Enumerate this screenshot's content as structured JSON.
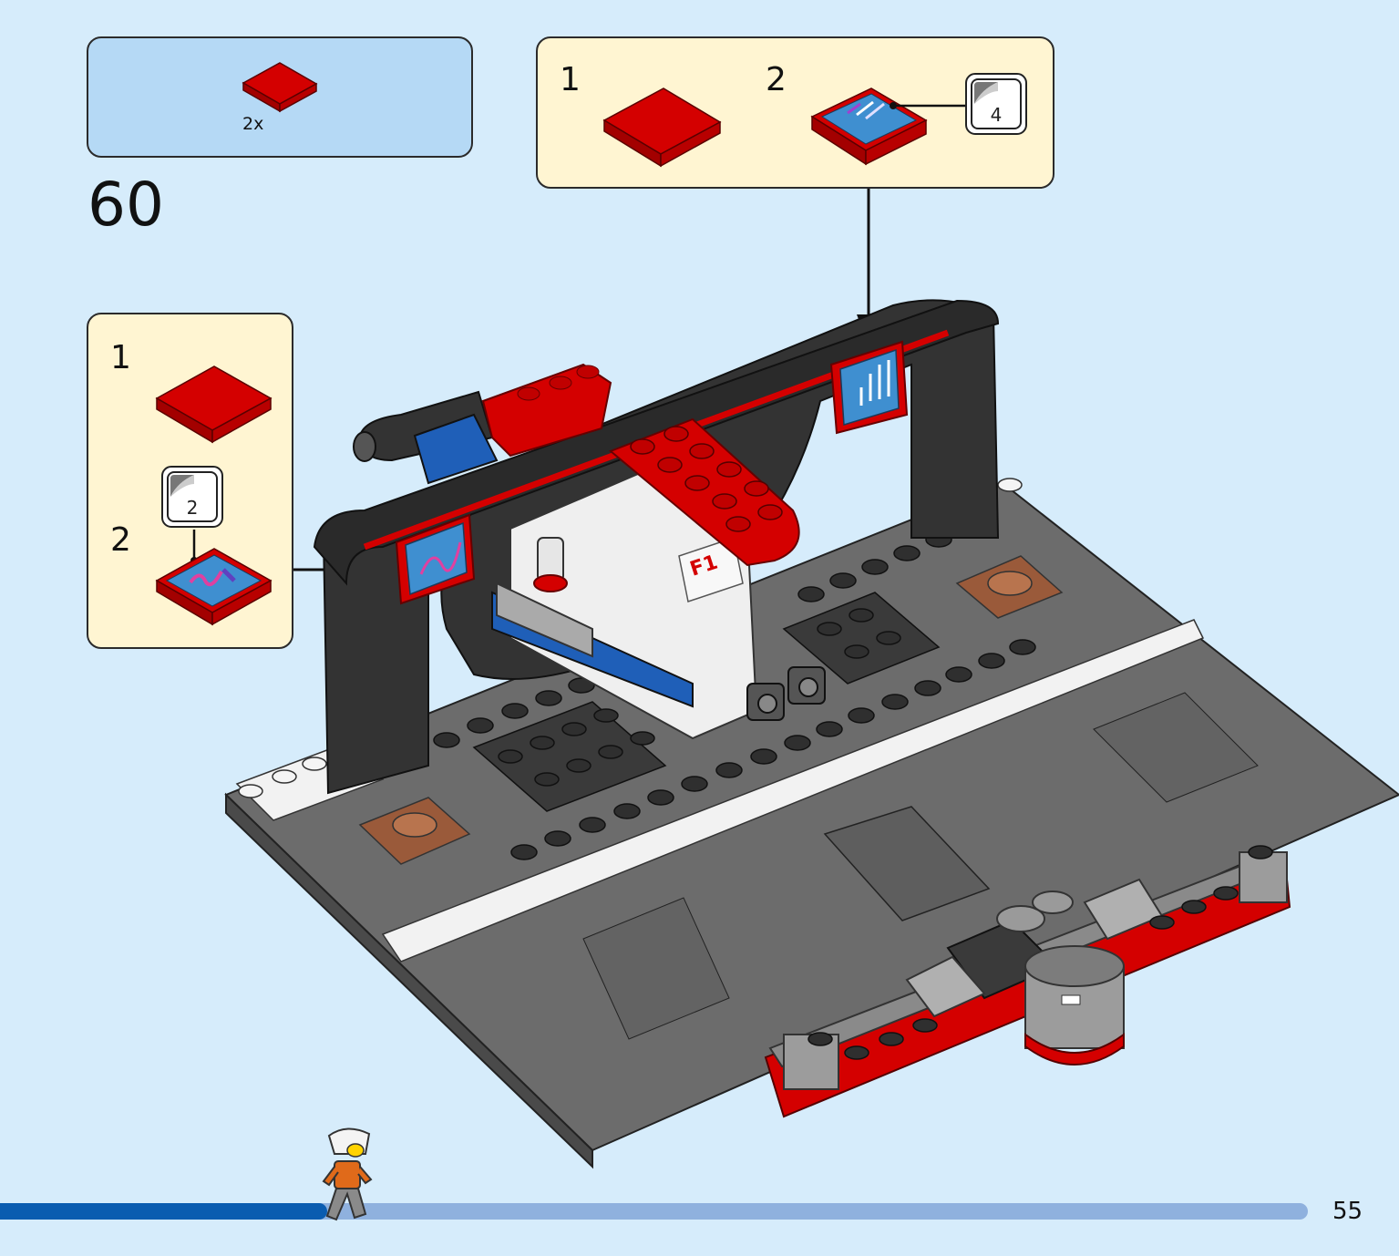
{
  "step": {
    "number": "60"
  },
  "parts_list": {
    "quantity": "2x",
    "part": "red-tile-2x2-icon"
  },
  "submodel_top": {
    "steps": [
      {
        "label": "1",
        "part": "red-tile-2x2-icon"
      },
      {
        "label": "2",
        "part": "sticker-tile-icon",
        "sticker_number": "4"
      }
    ]
  },
  "submodel_left": {
    "steps": [
      {
        "label": "1",
        "part": "red-tile-2x2-icon"
      },
      {
        "label": "2",
        "part": "sticker-tile-icon",
        "sticker_number": "2"
      }
    ]
  },
  "page": {
    "number": "55",
    "progress": 0.25
  },
  "colors": {
    "page_bg": "#d6ecfb",
    "parts_box": "#b5d9f5",
    "submodel_box": "#fff5d2",
    "brick_red": "#d40000",
    "dark_bley": "#3c3c3c",
    "progress_fill": "#0a5cb0",
    "progress_track": "#8fb1de"
  }
}
